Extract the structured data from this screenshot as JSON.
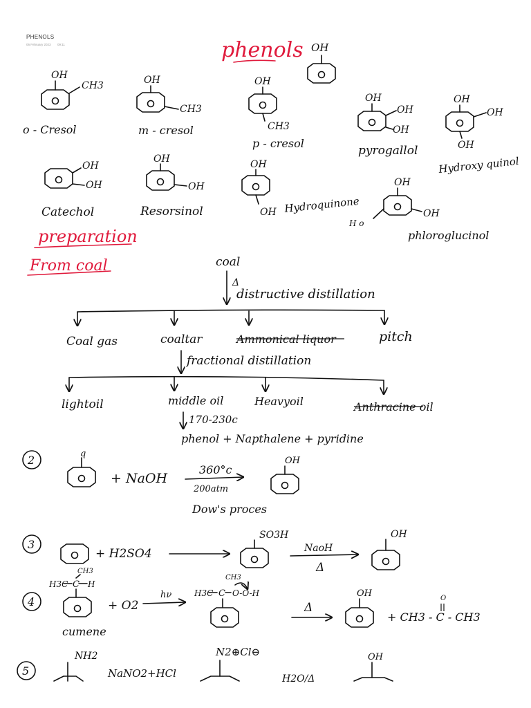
{
  "header": {
    "title": "PHENOLS",
    "date": "06 February 2023",
    "time": "09:11"
  },
  "headings": {
    "phenols": "phenols",
    "preparation": "preparation",
    "from_coal": "From coal"
  },
  "labels": {
    "OH": "OH",
    "CH3": "CH3",
    "O": "O",
    "Ho": "H o",
    "q": "q",
    "o_cresol": "o - Cresol",
    "m_cresol": "m - cresol",
    "p_cresol": "p - cresol",
    "pyrogallol": "pyrogallol",
    "hydroxy_quinol": "Hydroxy quinol",
    "catechol": "Catechol",
    "resorsinol": "Resorsinol",
    "hydroquinone": "Hydroquinone",
    "phloroglucinol": "phloroglucinol"
  },
  "coal": {
    "coal": "coal",
    "delta": "Δ",
    "destructive": "distructive distillation",
    "coal_gas": "Coal gas",
    "coaltar": "coaltar",
    "ammonical": "Ammonical liquor",
    "pitch": "pitch",
    "fractional": "fractional distillation",
    "light_oil": "lightoil",
    "middle_oil": "middle oil",
    "heavy_oil": "Heavyoil",
    "anthracine": "Anthracine oil",
    "temp": "170-230c",
    "products": "phenol + Napthalene + pyridine"
  },
  "rxn2": {
    "num": "2",
    "naoh": "+ NaOH",
    "temp": "360°c",
    "pressure": "200atm",
    "name": "Dow's proces"
  },
  "rxn3": {
    "num": "3",
    "reagent": "+ H2SO4",
    "so3h": "SO3H",
    "naoh": "NaoH",
    "delta": "Δ"
  },
  "rxn4": {
    "num": "4",
    "ch3": "CH3",
    "h3c": "H3C",
    "c": "C",
    "h": "H",
    "o2": "+ O2",
    "hv": "hν",
    "ooh": "O-O-H",
    "delta": "Δ",
    "acetone": "+ CH3 - C - CH3",
    "acetone_o": "O",
    "cumene": "cumene"
  },
  "rxn5": {
    "num": "5",
    "nh2": "NH2",
    "reagent": "NaNO2+HCl",
    "diazo": "N2⊕Cl⊖",
    "h2o": "H2O/Δ",
    "oh": "OH"
  }
}
